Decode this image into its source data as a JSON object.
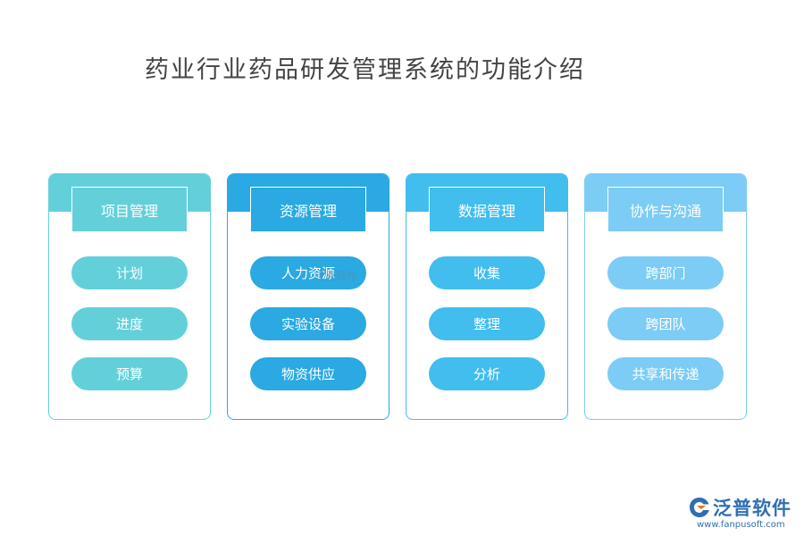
{
  "title": "药业行业药品研发管理系统的功能介绍",
  "columns": [
    {
      "header": "项目管理",
      "items": [
        "计划",
        "进度",
        "预算"
      ],
      "color": "#63d0d9",
      "border": "#63d0d9"
    },
    {
      "header": "资源管理",
      "items": [
        "人力资源",
        "实验设备",
        "物资供应"
      ],
      "color": "#2aa9e2",
      "border": "#2aa9e2"
    },
    {
      "header": "数据管理",
      "items": [
        "收集",
        "整理",
        "分析"
      ],
      "color": "#41bdee",
      "border": "#41bdee"
    },
    {
      "header": "协作与沟通",
      "items": [
        "跨部门",
        "跨团队",
        "共享和传递"
      ],
      "color": "#7cccf5",
      "border": "#7cccf5"
    }
  ],
  "watermark": "泛普软件",
  "logo": {
    "name": "泛普软件",
    "url": "www.fanpusoft.com",
    "icon": "fanpu-logo-icon"
  }
}
